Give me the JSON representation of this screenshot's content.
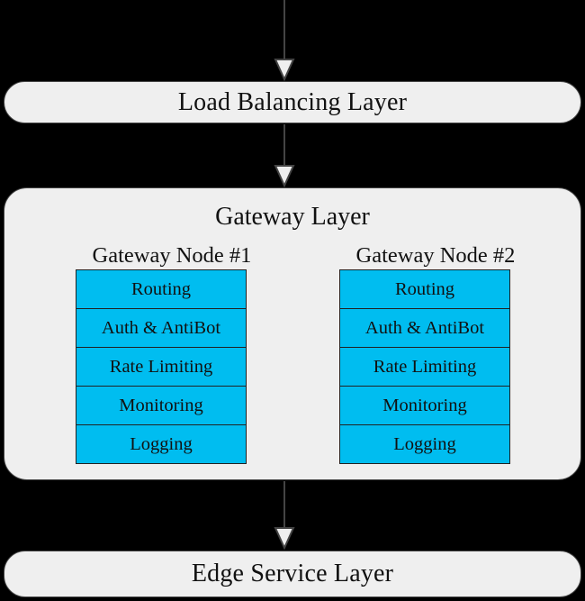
{
  "diagram": {
    "layers": {
      "load_balancing": "Load Balancing Layer",
      "gateway": "Gateway Layer",
      "edge_service": "Edge Service Layer"
    },
    "gateway_nodes": [
      {
        "title": "Gateway Node #1",
        "functions": [
          "Routing",
          "Auth & AntiBot",
          "Rate Limiting",
          "Monitoring",
          "Logging"
        ]
      },
      {
        "title": "Gateway Node #2",
        "functions": [
          "Routing",
          "Auth & AntiBot",
          "Rate Limiting",
          "Monitoring",
          "Logging"
        ]
      }
    ],
    "colors": {
      "background": "#000000",
      "layer_fill": "#efefef",
      "function_fill": "#00bdf0",
      "stroke": "#222222"
    }
  }
}
